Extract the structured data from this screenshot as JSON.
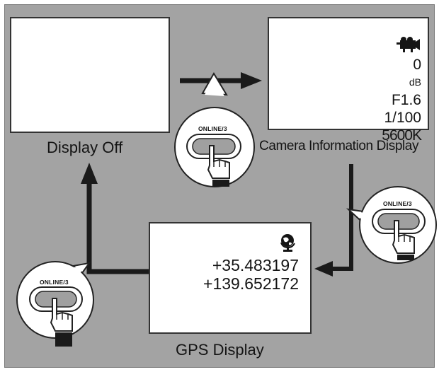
{
  "screens": {
    "display_off": {
      "caption": "Display Off"
    },
    "camera_info": {
      "caption": "Camera Information Display",
      "icon": "camera-icon",
      "gain": "0",
      "gain_unit": "dB",
      "iris": "F1.6",
      "shutter": "1/100",
      "white_balance": "5600K"
    },
    "gps": {
      "caption": "GPS Display",
      "icon": "gps-globe-icon",
      "latitude": "+35.483197",
      "longitude": "+139.652172"
    }
  },
  "button": {
    "label": "ONLINE/3"
  },
  "colors": {
    "background": "#a3a3a3",
    "screen": "#ffffff",
    "arrow": "#1a1a1a",
    "button_face": "#a0a0a0"
  }
}
